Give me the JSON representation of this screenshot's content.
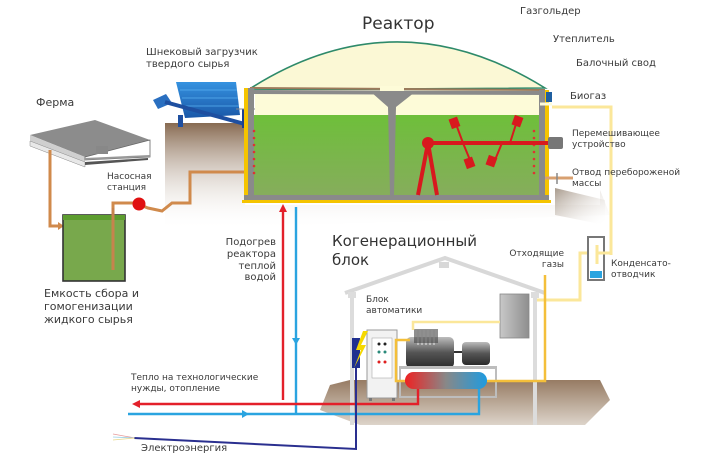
{
  "title": "Биогазовая установка",
  "labels": {
    "reactor": "Реактор",
    "gasholder": "Газгольдер",
    "insulation": "Утеплитель",
    "beam_vault": "Балочный свод",
    "biogas": "Биогаз",
    "mixer": "Перемешивающее\nустройство",
    "digestate_outlet": "Отвод перебороженой\nмассы",
    "screw_loader": "Шнековый загрузчик\nтвердого сырья",
    "farm": "Ферма",
    "pump_station": "Насосная\nстанция",
    "collection_tank": "Емкость сбора и\nгомогенизации\nжидкого сырья",
    "reactor_heating": "Подогрев\nреактора\nтеплой\nводой",
    "cogeneration_unit": "Когенерационный\nблок",
    "exhaust_gases": "Отходящие\nгазы",
    "condensate_trap": "Конденсато-\nотводчик",
    "automation_unit": "Блок\nавтоматики",
    "process_heat": "Тепло на технологические\nнужды, отопление",
    "electricity": "Электроэнергия"
  },
  "colors": {
    "substrate": "#6cb33f",
    "gas_space": "#fdfbd8",
    "wall": "#8a8a8a",
    "insulation_yellow": "#f5c400",
    "hot_water": "#e3202a",
    "cold_water": "#2aa4e0",
    "electric": "#2a2f8f",
    "manure_pipe": "#d08a4c",
    "gas_pipe": "#fbe79a",
    "exhaust_pipe": "#f4bf3a",
    "mixer": "#d8191e",
    "loader": "#2473c6",
    "ground": "#8b6b4e"
  }
}
